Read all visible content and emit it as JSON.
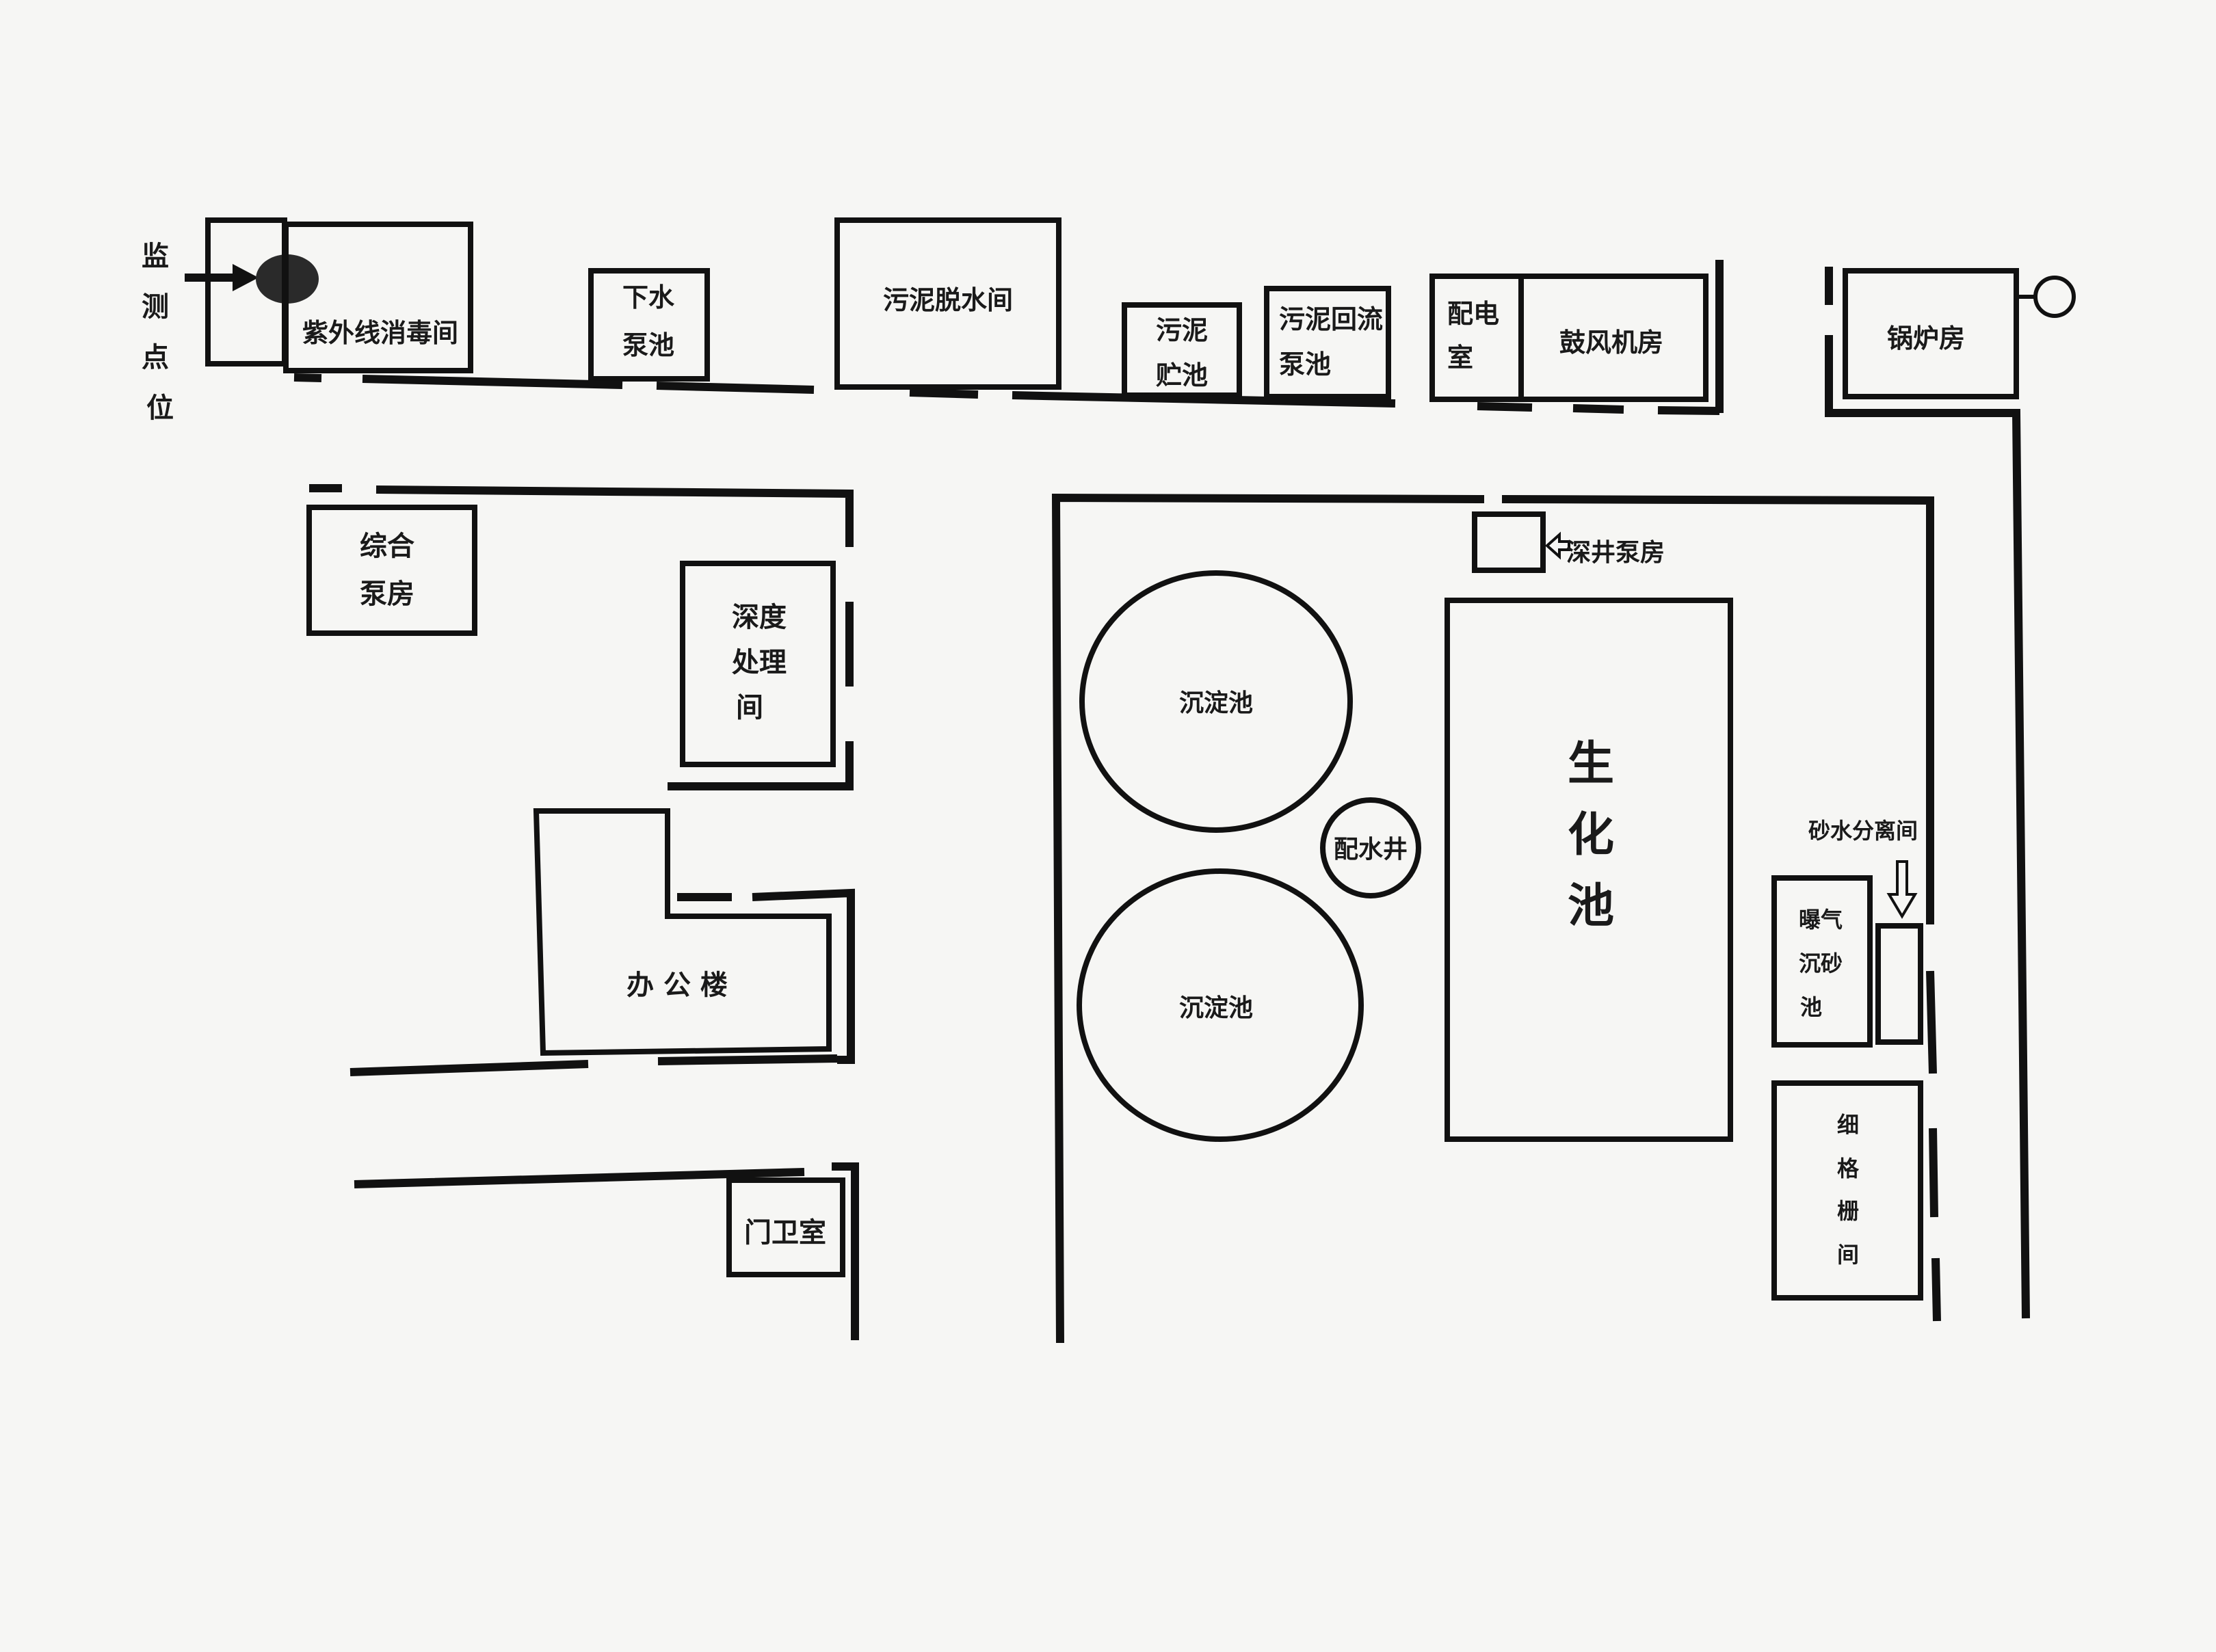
{
  "monitor_point": {
    "label": "监测点位"
  },
  "buildings": {
    "uv_disinfection": "紫外线消毒间",
    "sewer_pump_pool": "下水泵池",
    "sludge_dewatering": "污泥脱水间",
    "sludge_storage": "污泥贮池",
    "sludge_return_pump": "污泥回流泵池",
    "power_room": "配电室",
    "blower_room": "鼓风机房",
    "boiler_room": "锅炉房",
    "general_pump_room": "综合泵房",
    "advanced_treatment": "深度处理间",
    "office_building": "办 公 楼",
    "guard_room": "门卫室",
    "deep_well_pump": "深井泵房",
    "clarifier_1": "沉淀池",
    "clarifier_2": "沉淀池",
    "distribution_well": "配水井",
    "bio_tank": "生化池",
    "grit_separation": "砂水分离间",
    "aerated_grit": "曝气沉砂池",
    "fine_screen": "细格栅间"
  },
  "colors": {
    "line": "#111111",
    "background": "#f6f6f4",
    "marker": "#2a2a2a"
  }
}
